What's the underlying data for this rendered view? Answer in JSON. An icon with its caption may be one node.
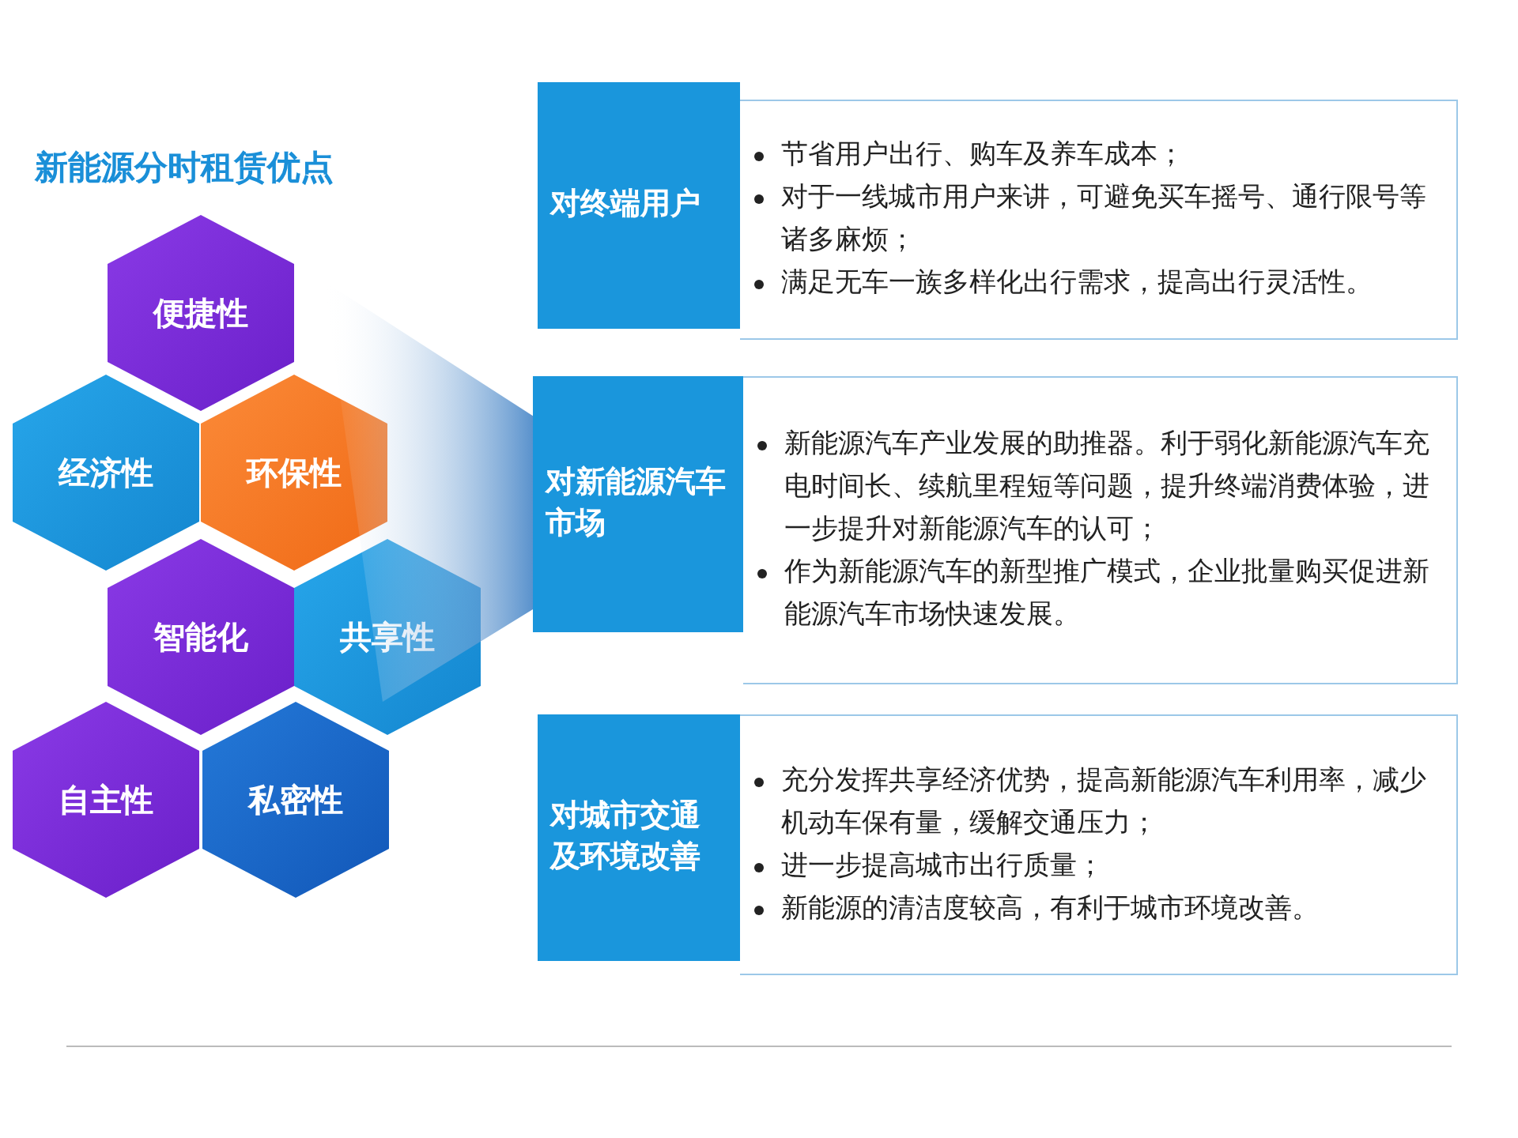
{
  "diagram": {
    "title": "新能源分时租赁优点",
    "nodes": [
      {
        "text": [
          "便捷性"
        ]
      },
      {
        "text": [
          "经济性"
        ]
      },
      {
        "text": [
          "环保性"
        ]
      },
      {
        "text": [
          "智能化"
        ]
      },
      {
        "text": [
          "共享性"
        ]
      },
      {
        "text": [
          "自主性"
        ]
      },
      {
        "text": [
          "私密性"
        ]
      },
      {
        "text": [],
        "shape": "beam"
      },
      {
        "text": [
          "对终端用户"
        ]
      },
      {
        "text": [
          "节省用户出行、购车及养车成本；",
          "对于一线城市用户来讲，可避免买车摇号、通行限号等诸多麻烦；",
          "满足无车一族多样化出行需求，提高出行灵活性。"
        ]
      },
      {
        "text": [
          "对新能源汽车市场"
        ]
      },
      {
        "text": [
          "新能源汽车产业发展的助推器。利于弱化新能源汽车充电时间长、续航里程短等问题，提升终端消费体验，进一步提升对新能源汽车的认可；",
          "作为新能源汽车的新型推广模式，企业批量购买促进新能源汽车市场快速发展。"
        ]
      },
      {
        "text": [
          "对城市交通及环境改善"
        ]
      },
      {
        "text": [
          "充分发挥共享经济优势，提高新能源汽车利用率，减少机动车保有量，缓解交通压力；",
          "进一步提高城市出行质量；",
          "新能源的清洁度较高，有利于城市环境改善。"
        ]
      }
    ]
  }
}
